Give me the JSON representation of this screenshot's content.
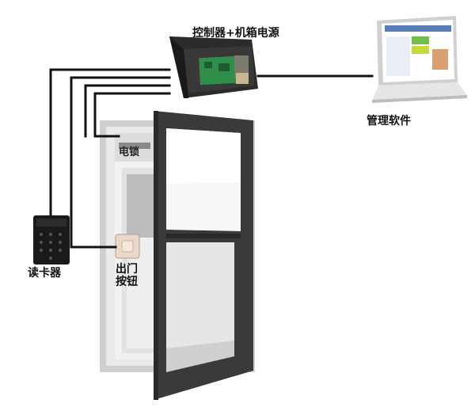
{
  "labels": {
    "controller": "控制器+机箱电源",
    "software": "管理软件",
    "reader": "读卡器",
    "lock": "电锁",
    "exit_button_line1": "出门",
    "exit_button_line2": "按钮"
  },
  "colors": {
    "wire": "#111111",
    "door_frame": "#3a3a3a",
    "wall_panel": "#d9d9d9",
    "controller_box": "#2b2b2b",
    "circuit_board": "#2f8f4a",
    "laptop_body": "#e6e6e6"
  },
  "icons": {
    "controller": "controller-box-icon",
    "laptop": "laptop-icon",
    "reader": "card-reader-icon",
    "exit_button": "exit-button-icon"
  }
}
